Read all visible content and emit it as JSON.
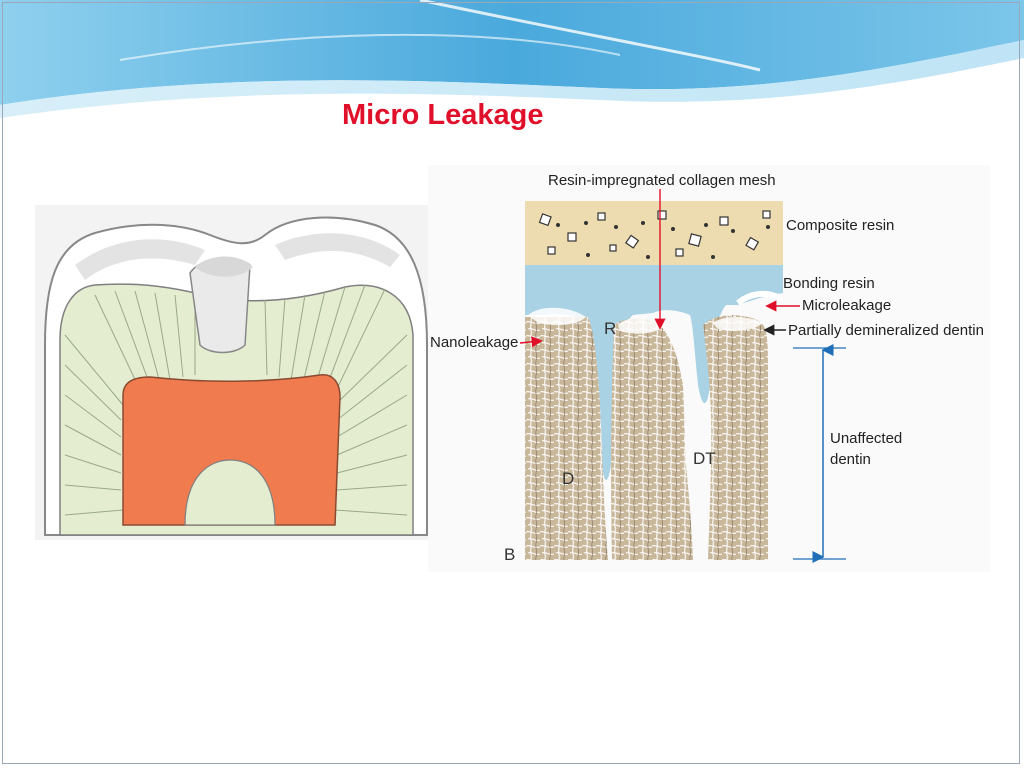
{
  "slide": {
    "title": "Micro Leakage",
    "colors": {
      "title": "#e0102a",
      "header_wave": "#5fb3e0",
      "pulp": "#f07b4f",
      "dentin": "#e4edd0",
      "composite": "#ecdcb0",
      "bonding_resin": "#a9d2e5",
      "dentin_tubule": "#c9b79a",
      "leak_arrow": "#e0102a",
      "measure_arrow": "#1f6fb8"
    }
  },
  "tooth_diagram": {
    "icon": "tooth-cross-section-icon"
  },
  "interface_diagram": {
    "labels": {
      "resin_mesh": "Resin-impregnated collagen mesh",
      "composite_resin": "Composite resin",
      "bonding_resin": "Bonding resin",
      "microleakage": "Microleakage",
      "nanoleakage": "Nanoleakage",
      "partially_demineralized": "Partially demineralized dentin",
      "unaffected_dentin_line1": "Unaffected",
      "unaffected_dentin_line2": "dentin",
      "letter_r": "R",
      "letter_d": "D",
      "letter_dt": "DT",
      "letter_b": "B"
    }
  }
}
